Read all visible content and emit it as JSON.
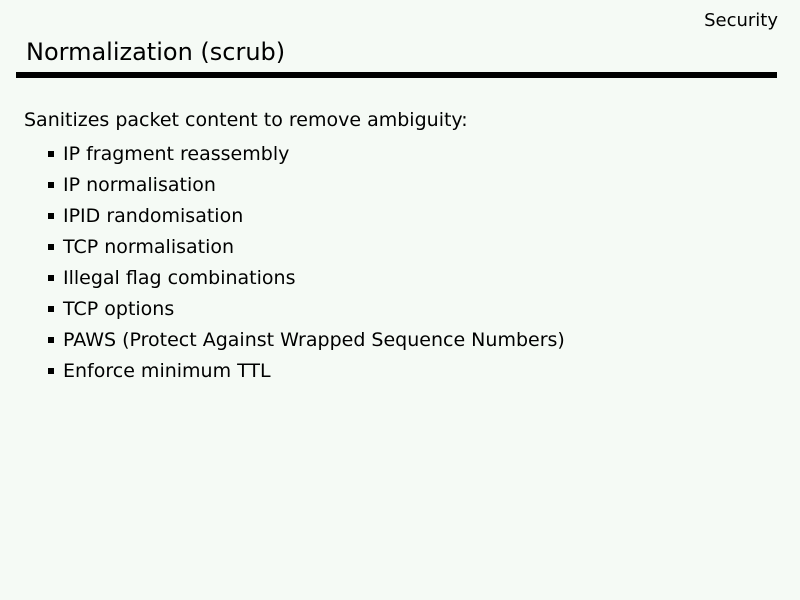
{
  "slide": {
    "corner_label": "Security",
    "title": "Normalization (scrub)",
    "intro": "Sanitizes packet content to remove ambiguity:",
    "bullets": [
      "IP fragment reassembly",
      "IP normalisation",
      "IPID randomisation",
      "TCP normalisation",
      "Illegal flag combinations",
      "TCP options",
      "PAWS (Protect Against Wrapped Sequence Numbers)",
      "Enforce minimum TTL"
    ],
    "colors": {
      "background": "#f5faf5",
      "text": "#000000",
      "rule": "#000000"
    }
  }
}
